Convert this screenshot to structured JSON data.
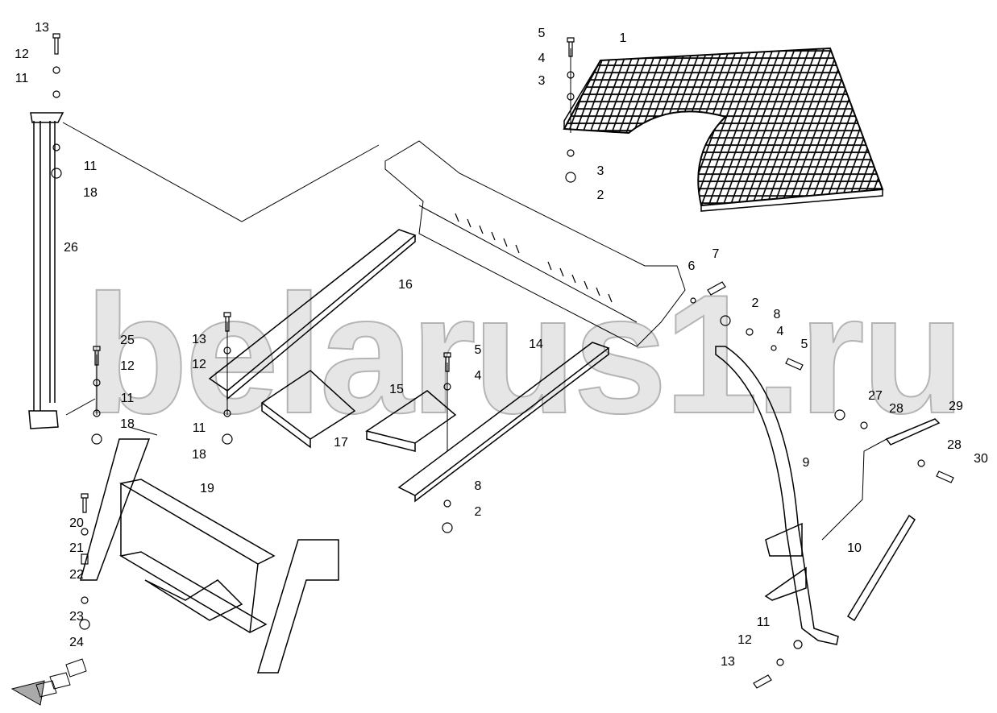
{
  "watermark": "belarus1.ru",
  "part_labels": [
    "13",
    "12",
    "11",
    "11",
    "18",
    "26",
    "1",
    "5",
    "4",
    "3",
    "3",
    "2",
    "16",
    "6",
    "7",
    "2",
    "8",
    "4",
    "5",
    "25",
    "12",
    "11",
    "18",
    "13",
    "12",
    "11",
    "18",
    "5",
    "4",
    "14",
    "15",
    "17",
    "27",
    "28",
    "29",
    "28",
    "30",
    "9",
    "19",
    "8",
    "2",
    "20",
    "21",
    "22",
    "23",
    "24",
    "10",
    "11",
    "12",
    "13"
  ],
  "direction_arrow": "forward-direction-arrow"
}
